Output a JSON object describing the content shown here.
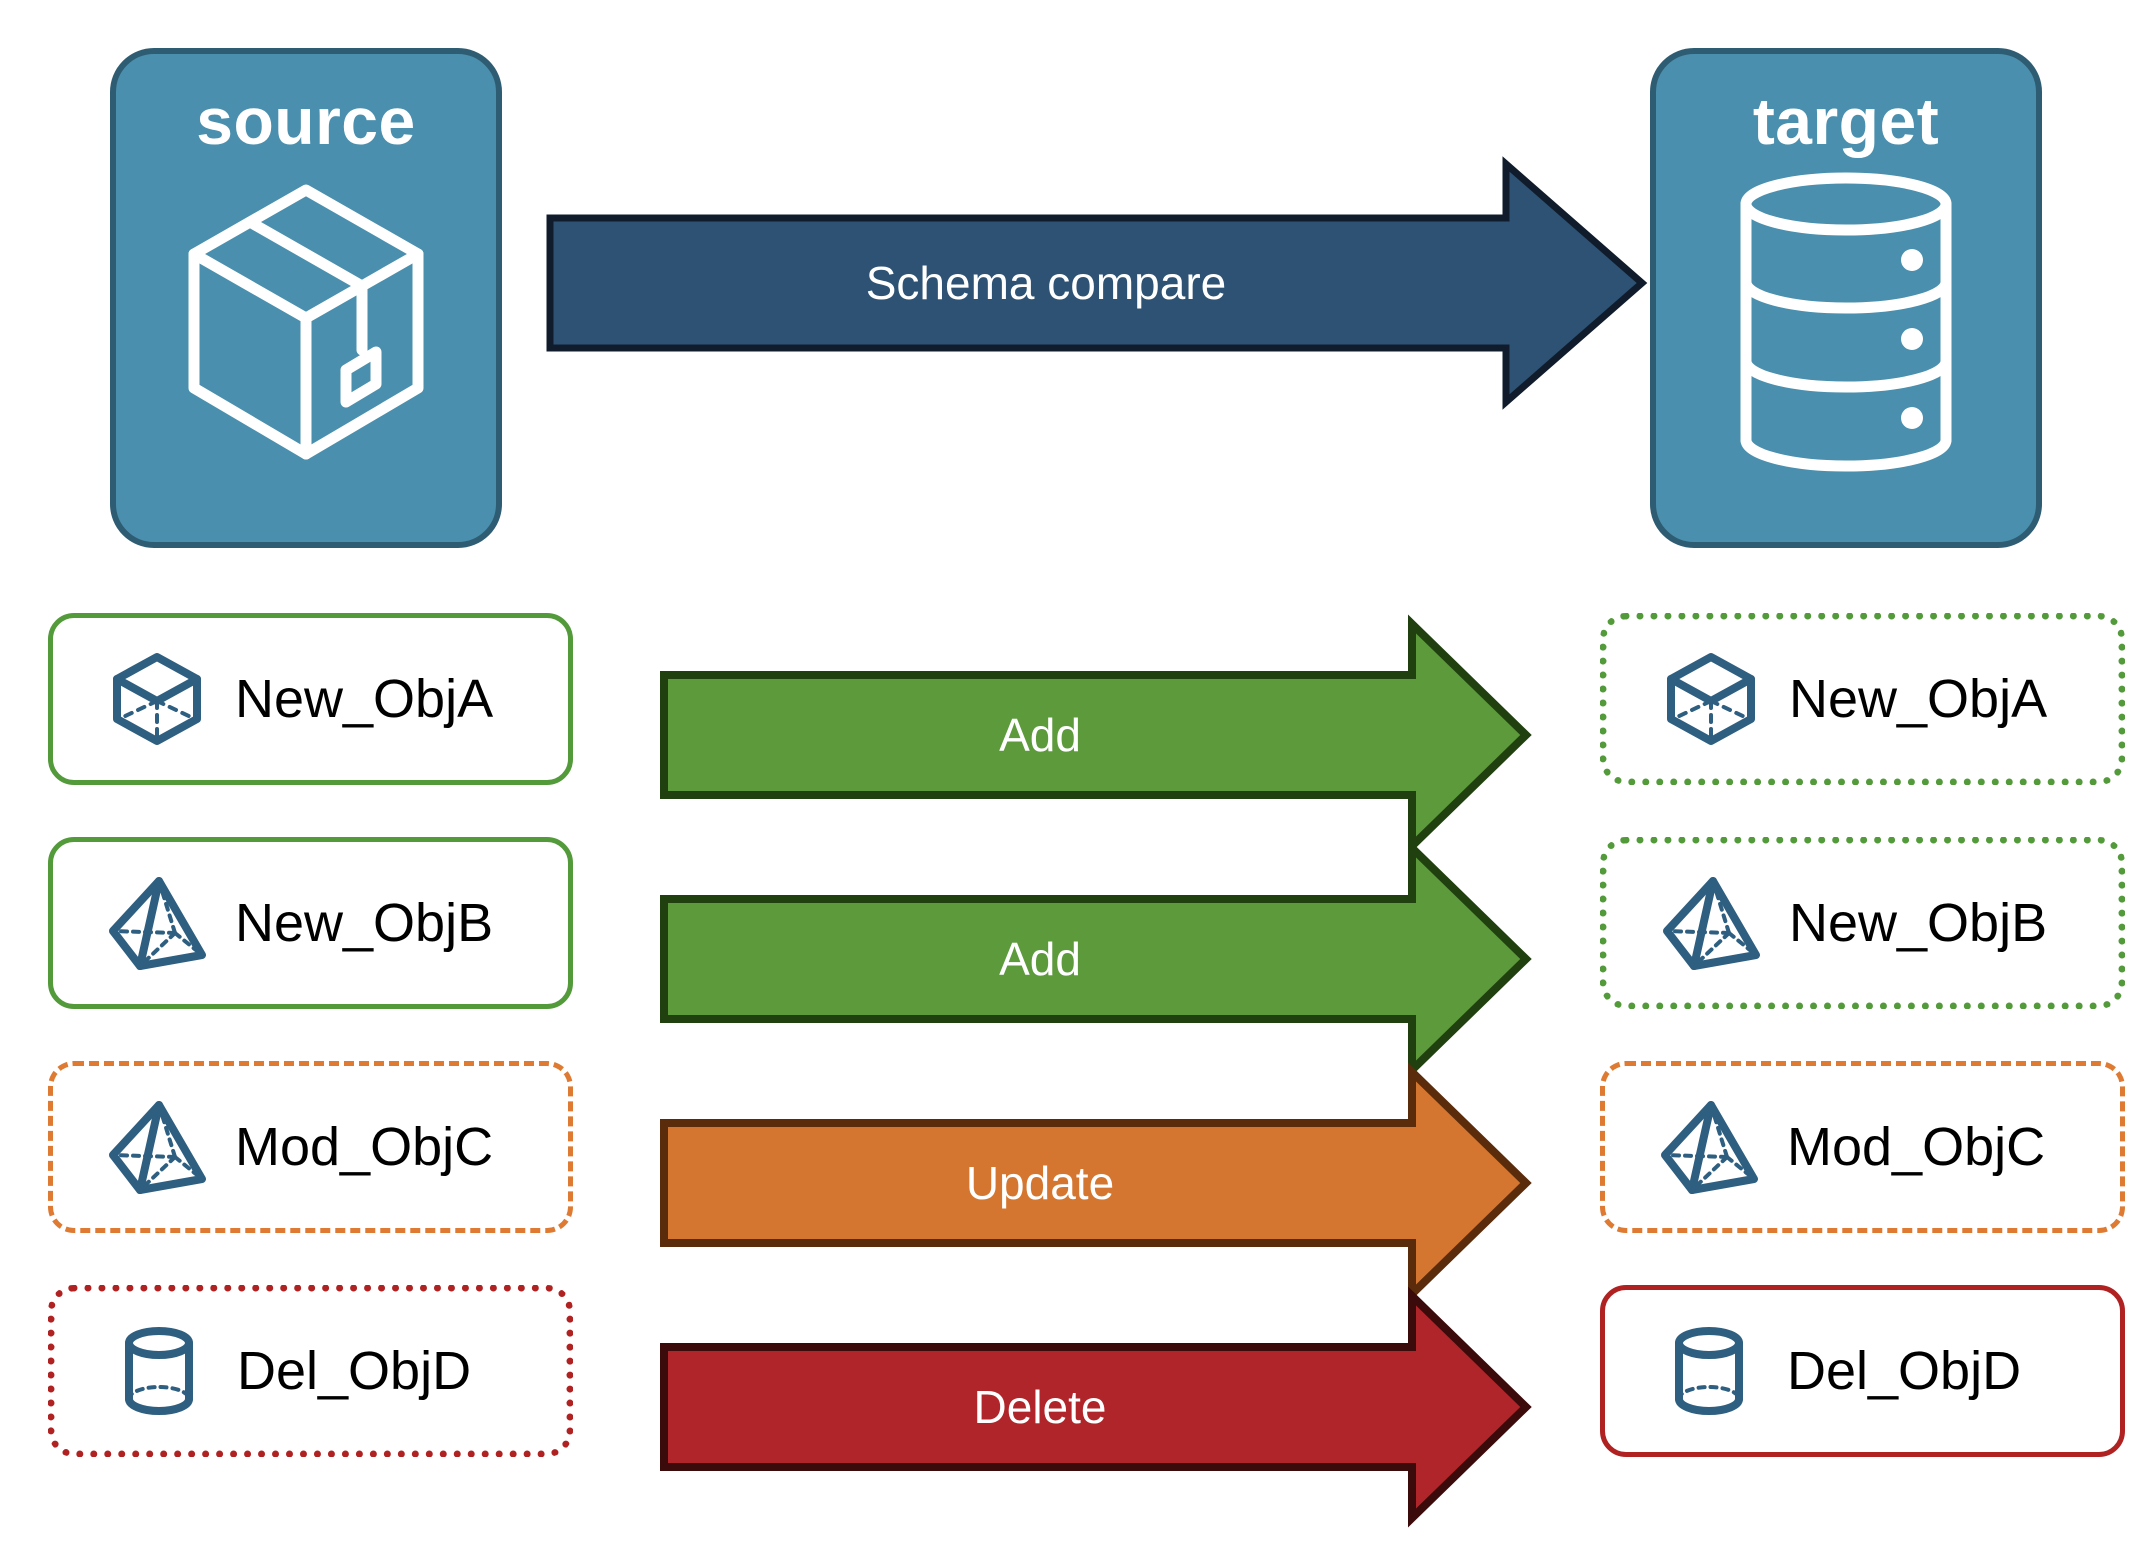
{
  "diagram": {
    "title": "Schema compare",
    "background_color": "#FFFFFF"
  },
  "endpoints": {
    "source": {
      "label": "source",
      "icon": "package-box-icon",
      "fill_color": "#4A8FAD",
      "border_color": "#2E5C72",
      "text_color": "#FFFFFF"
    },
    "target": {
      "label": "target",
      "icon": "database-cylinder-icon",
      "fill_color": "#4A8FAD",
      "border_color": "#2E5C72",
      "text_color": "#FFFFFF"
    }
  },
  "main_arrow": {
    "label": "Schema compare",
    "fill_color": "#2E5274",
    "border_color": "#101C2B",
    "text_color": "#FFFFFF"
  },
  "rows": [
    {
      "id": "row-a",
      "action": "Add",
      "arrow_fill": "#5C9A3C",
      "arrow_border": "#20400F",
      "source": {
        "label": "New_ObjA",
        "icon": "wireframe-cube-icon",
        "border_color": "#539A3B",
        "border_style": "solid"
      },
      "target": {
        "label": "New_ObjA",
        "icon": "wireframe-cube-icon",
        "border_color": "#539A3B",
        "border_style": "dotted"
      }
    },
    {
      "id": "row-b",
      "action": "Add",
      "arrow_fill": "#5C9A3C",
      "arrow_border": "#20400F",
      "source": {
        "label": "New_ObjB",
        "icon": "wireframe-pyramid-icon",
        "border_color": "#539A3B",
        "border_style": "solid"
      },
      "target": {
        "label": "New_ObjB",
        "icon": "wireframe-pyramid-icon",
        "border_color": "#539A3B",
        "border_style": "dotted"
      }
    },
    {
      "id": "row-c",
      "action": "Update",
      "arrow_fill": "#D4762F",
      "arrow_border": "#5A2C0B",
      "source": {
        "label": "Mod_ObjC",
        "icon": "wireframe-pyramid-icon",
        "border_color": "#DE7A31",
        "border_style": "dashed"
      },
      "target": {
        "label": "Mod_ObjC",
        "icon": "wireframe-pyramid-icon",
        "border_color": "#DE7A31",
        "border_style": "dashed"
      }
    },
    {
      "id": "row-d",
      "action": "Delete",
      "arrow_fill": "#B02529",
      "arrow_border": "#3B0A0A",
      "source": {
        "label": "Del_ObjD",
        "icon": "wireframe-cylinder-icon",
        "border_color": "#B02222",
        "border_style": "dotted"
      },
      "target": {
        "label": "Del_ObjD",
        "icon": "wireframe-cylinder-icon",
        "border_color": "#B02222",
        "border_style": "solid"
      }
    }
  ],
  "icon_stroke_color": "#2E5F80",
  "label_text_color": "#000000"
}
